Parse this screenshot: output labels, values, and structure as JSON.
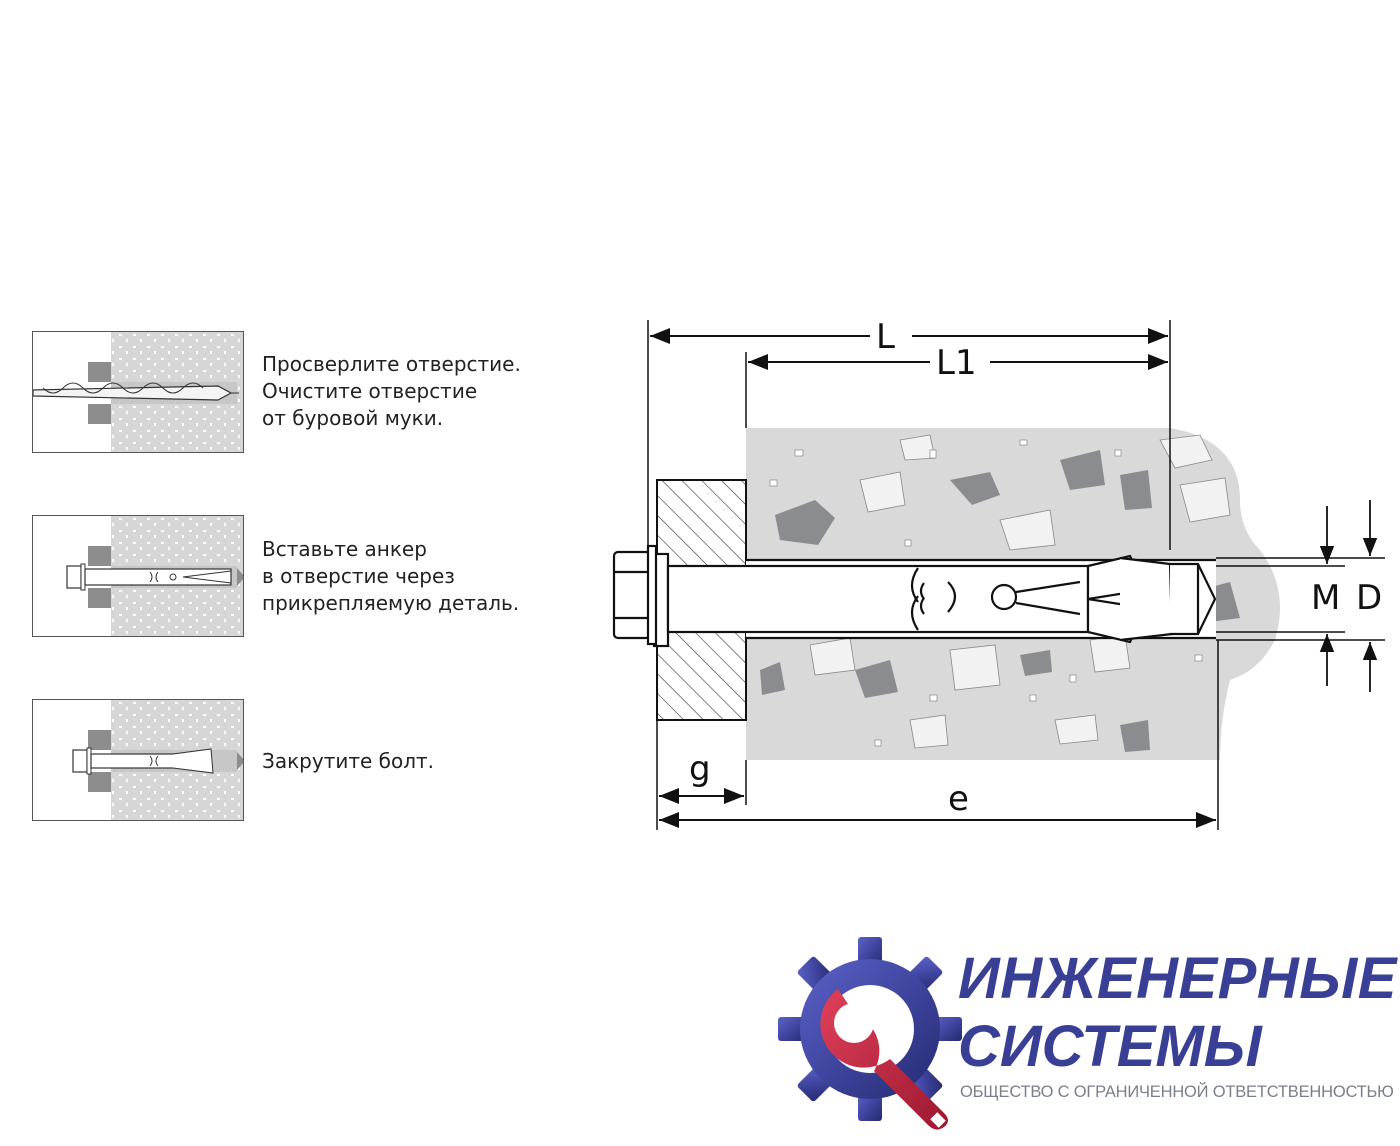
{
  "steps": [
    {
      "text": "Просверлите отверстие.\nОчистите отверстие\nот буровой муки."
    },
    {
      "text": "Вставьте анкер\nв отверстие через\nприкрепляемую деталь."
    },
    {
      "text": "Закрутите болт."
    }
  ],
  "dimensions": {
    "L": "L",
    "L1": "L1",
    "M": "M",
    "D": "D",
    "g": "g",
    "e": "e"
  },
  "logo": {
    "line1": "ИНЖЕНЕРНЫЕ",
    "line2": "СИСТЕМЫ",
    "subtitle": "ОБЩЕСТВО С ОГРАНИЧЕННОЙ ОТВЕТСТВЕННОСТЬЮ",
    "icon": "gear-wrench-icon"
  },
  "colors": {
    "concrete": "#d9d9d9",
    "stone_dark": "#8a8c8f",
    "stone_light": "#f2f2f2",
    "steel_block": "#8d8d8d",
    "logo_blue": "#3a3f96",
    "logo_red": "#c8203c",
    "logo_gray": "#7a7f8a"
  }
}
